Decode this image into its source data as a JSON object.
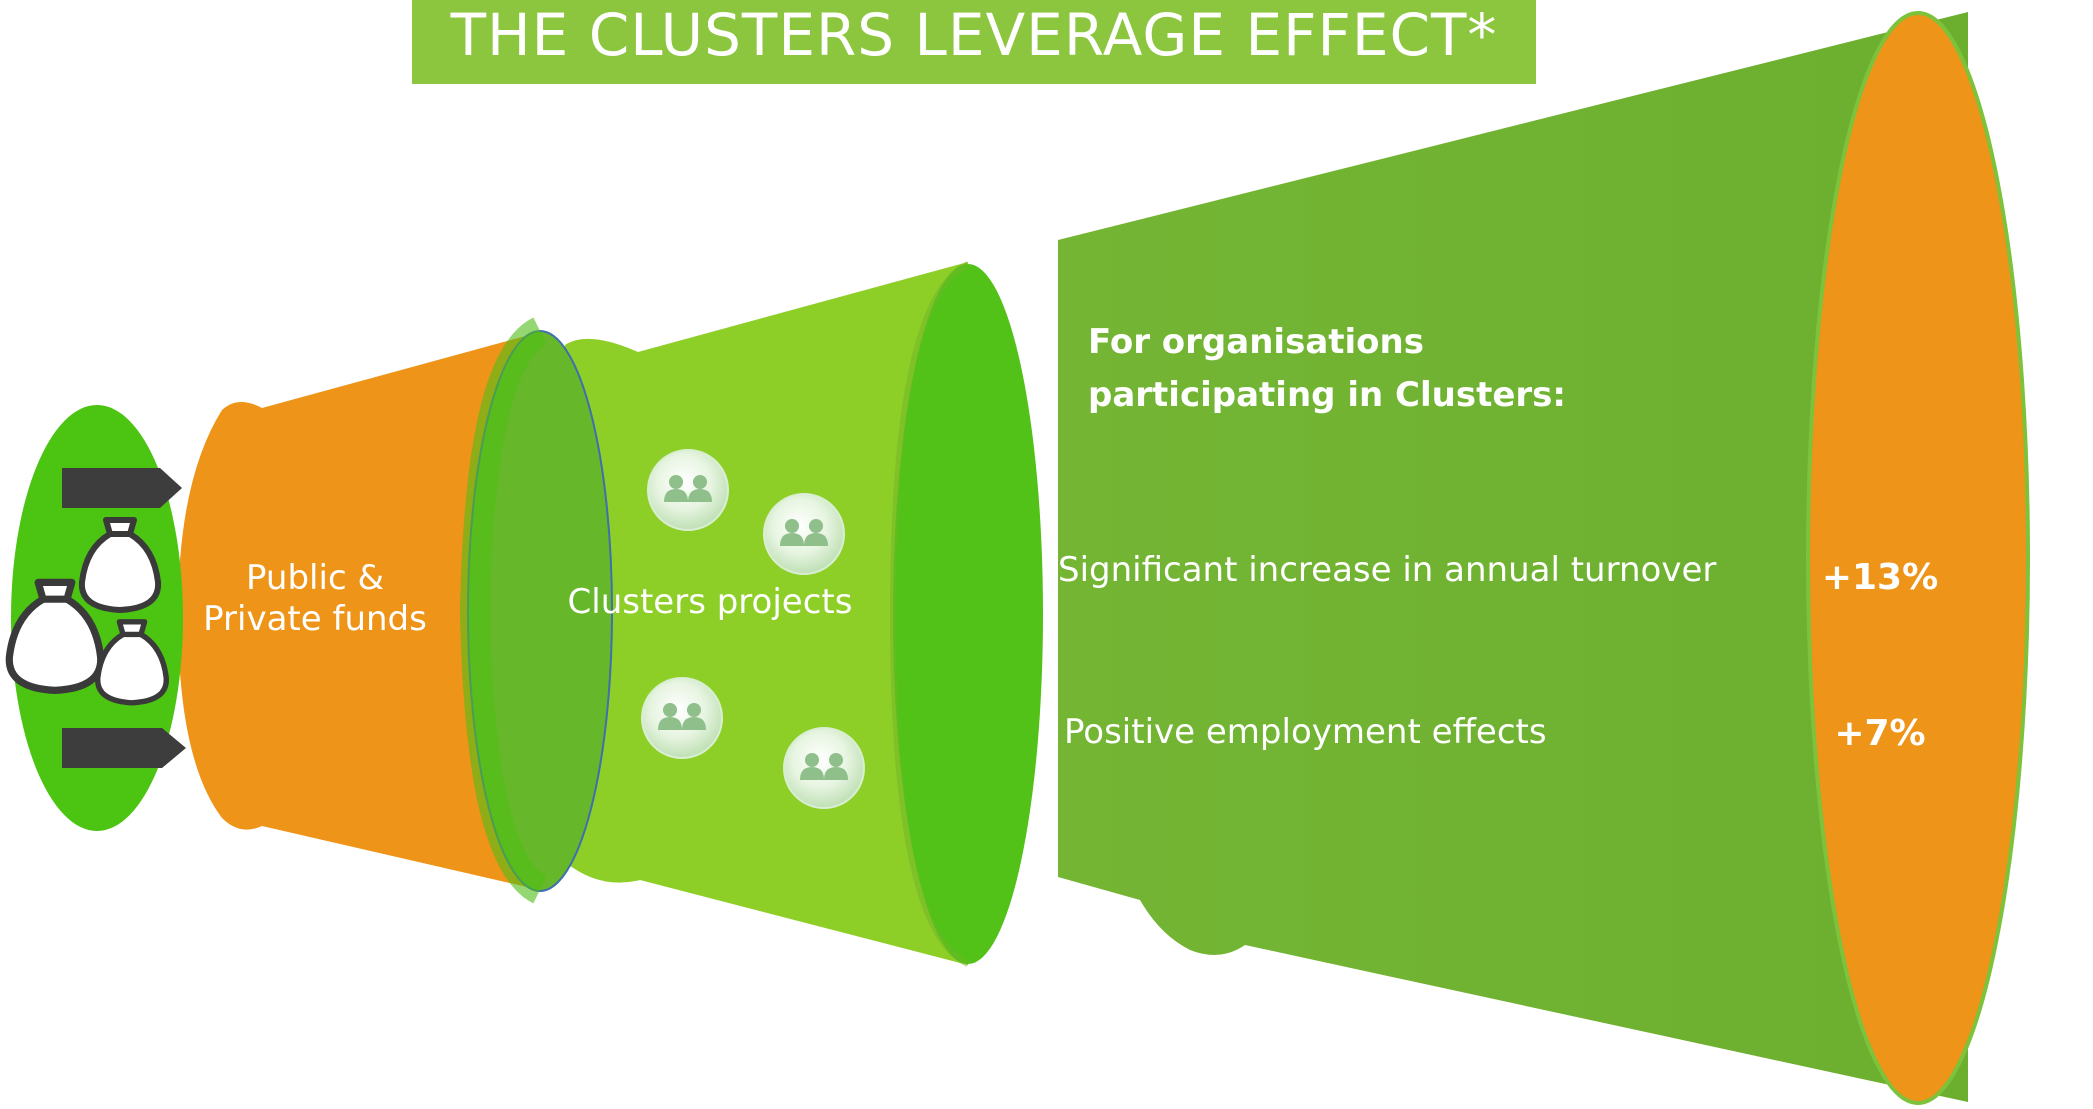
{
  "title": "THE CLUSTERS LEVERAGE EFFECT*",
  "stages": {
    "funds": {
      "label_line1": "Public &",
      "label_line2": "Private funds"
    },
    "clusters": {
      "label": "Clusters projects"
    },
    "outcome": {
      "heading_line1": "For organisations",
      "heading_line2": "participating in Clusters:",
      "stats": [
        {
          "label": "Significant increase in annual turnover",
          "value": "+13%"
        },
        {
          "label": "Positive employment effects",
          "value": "+7%"
        }
      ]
    }
  },
  "icons": {
    "money_bags": "money-bag-icon",
    "people_bubbles": "people-bubble-icon",
    "arrows": "arrow-right-icon"
  },
  "colors": {
    "title_bg": "#8cc63f",
    "orange": "#ee9418",
    "lime": "#8dcf26",
    "green": "#73b432",
    "bright_green": "#4cc412",
    "dark_arrow": "#3d3d3d"
  }
}
